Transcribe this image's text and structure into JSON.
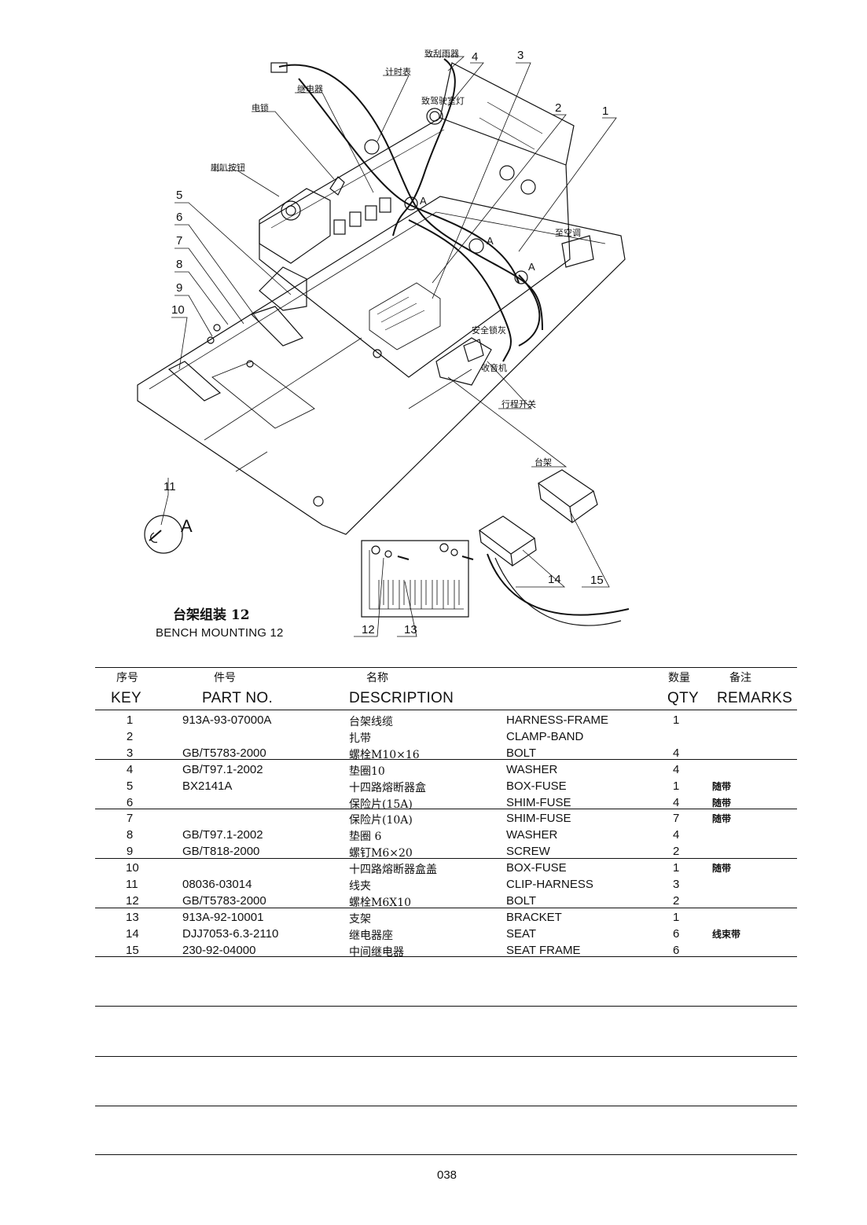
{
  "drawing": {
    "callouts_cn": [
      "致刮雨器",
      "计时表",
      "继电器",
      "致驾驶室灯",
      "电锁",
      "喇叭按钮",
      "至空调",
      "安全锁灰",
      "收音机",
      "行程开关",
      "台架"
    ],
    "callout_numbers": [
      "1",
      "2",
      "3",
      "4",
      "5",
      "6",
      "7",
      "8",
      "9",
      "10",
      "11",
      "12",
      "13",
      "14",
      "15"
    ],
    "detail_marker": "A",
    "title_cn": "台架组装 12",
    "title_en": "BENCH MOUNTING 12"
  },
  "table": {
    "headers": {
      "key_cn": "序号",
      "key_en": "KEY",
      "part_cn": "件号",
      "part_en": "PART NO.",
      "desc_cn": "名称",
      "desc_en": "DESCRIPTION",
      "qty_cn": "数量",
      "qty_en": "QTY",
      "rem_cn": "备注",
      "rem_en": "REMARKS"
    },
    "rows": [
      {
        "key": "1",
        "part": "913A-93-07000A",
        "cn": "台架线缆",
        "en": "HARNESS-FRAME",
        "qty": "1",
        "rem": ""
      },
      {
        "key": "2",
        "part": "",
        "cn": "扎带",
        "en": "CLAMP-BAND",
        "qty": "",
        "rem": ""
      },
      {
        "key": "3",
        "part": "GB/T5783-2000",
        "cn": "螺栓M10×16",
        "en": "BOLT",
        "qty": "4",
        "rem": ""
      },
      {
        "key": "4",
        "part": "GB/T97.1-2002",
        "cn": "垫圈10",
        "en": "WASHER",
        "qty": "4",
        "rem": ""
      },
      {
        "key": "5",
        "part": "BX2141A",
        "cn": "十四路熔断器盒",
        "en": "BOX-FUSE",
        "qty": "1",
        "rem": "随带"
      },
      {
        "key": "6",
        "part": "",
        "cn": "保险片(15A)",
        "en": "SHIM-FUSE",
        "qty": "4",
        "rem": "随带"
      },
      {
        "key": "7",
        "part": "",
        "cn": "保险片(10A)",
        "en": "SHIM-FUSE",
        "qty": "7",
        "rem": "随带"
      },
      {
        "key": "8",
        "part": "GB/T97.1-2002",
        "cn": "垫圈 6",
        "en": "WASHER",
        "qty": "4",
        "rem": ""
      },
      {
        "key": "9",
        "part": "GB/T818-2000",
        "cn": "螺钉M6×20",
        "en": "SCREW",
        "qty": "2",
        "rem": ""
      },
      {
        "key": "10",
        "part": "",
        "cn": "十四路熔断器盒盖",
        "en": "BOX-FUSE",
        "qty": "1",
        "rem": "随带"
      },
      {
        "key": "11",
        "part": "08036-03014",
        "cn": "线夹",
        "en": "CLIP-HARNESS",
        "qty": "3",
        "rem": ""
      },
      {
        "key": "12",
        "part": "GB/T5783-2000",
        "cn": "螺栓M6X10",
        "en": "BOLT",
        "qty": "2",
        "rem": ""
      },
      {
        "key": "13",
        "part": "913A-92-10001",
        "cn": "支架",
        "en": "BRACKET",
        "qty": "1",
        "rem": ""
      },
      {
        "key": "14",
        "part": "DJJ7053-6.3-2110",
        "cn": "继电器座",
        "en": "SEAT",
        "qty": "6",
        "rem": "线束带"
      },
      {
        "key": "15",
        "part": "230-92-04000",
        "cn": "中间继电器",
        "en": "SEAT FRAME",
        "qty": "6",
        "rem": ""
      }
    ]
  },
  "page_number": "038"
}
